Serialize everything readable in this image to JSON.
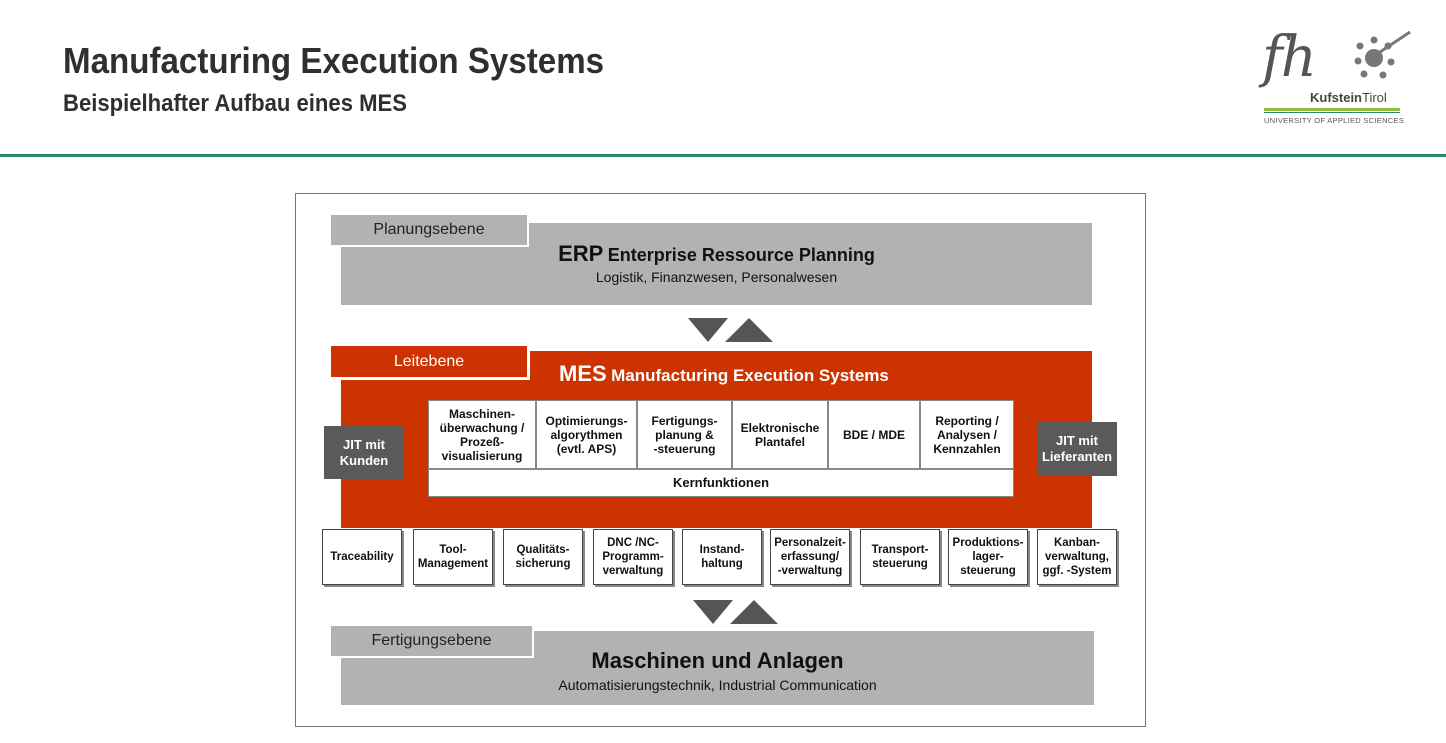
{
  "header": {
    "title": "Manufacturing Execution Systems",
    "subtitle": "Beispielhafter Aufbau eines MES"
  },
  "logo": {
    "fh": "fh",
    "kufstein": "Kufstein",
    "tirol": "Tirol",
    "university": "UNIVERSITY OF APPLIED SCIENCES"
  },
  "diagram": {
    "erp": {
      "tab": "Planungsebene",
      "title_abbr": "ERP",
      "title_full": "Enterprise Ressource Planning",
      "subtitle": "Logistik, Finanzwesen, Personalwesen"
    },
    "mes": {
      "tab": "Leitebene",
      "title_abbr": "MES",
      "title_full": "Manufacturing Execution Systems",
      "core_functions": [
        "Maschinen-\nüberwachung /\nProzeß-\nvisualisierung",
        "Optimierungs-\nalgorythmen\n(evtl. APS)",
        "Fertigungs-\nplanung &\n-steuerung",
        "Elektronische\nPlantafel",
        "BDE / MDE",
        "Reporting /\nAnalysen /\nKennzahlen"
      ],
      "core_label": "Kernfunktionen",
      "jit_customers": "JIT mit\nKunden",
      "jit_suppliers": "JIT mit\nLieferanten"
    },
    "modules": [
      "Traceability",
      "Tool-\nManagement",
      "Qualitäts-\nsicherung",
      "DNC /NC-\nProgramm-\nverwaltung",
      "Instand-\nhaltung",
      "Personalzeit-\nerfassung/\n-verwaltung",
      "Transport-\nsteuerung",
      "Produktions-\nlager-\nsteuerung",
      "Kanban-\nverwaltung,\nggf. -System"
    ],
    "production": {
      "tab": "Fertigungsebene",
      "title": "Maschinen und Anlagen",
      "subtitle": "Automatisierungstechnik, Industrial Communication"
    },
    "colors": {
      "mes_red": "#cc3300",
      "band_gray": "#b2b2b2",
      "dark_gray": "#5a5a5a",
      "accent_green": "#2e8a62"
    }
  }
}
